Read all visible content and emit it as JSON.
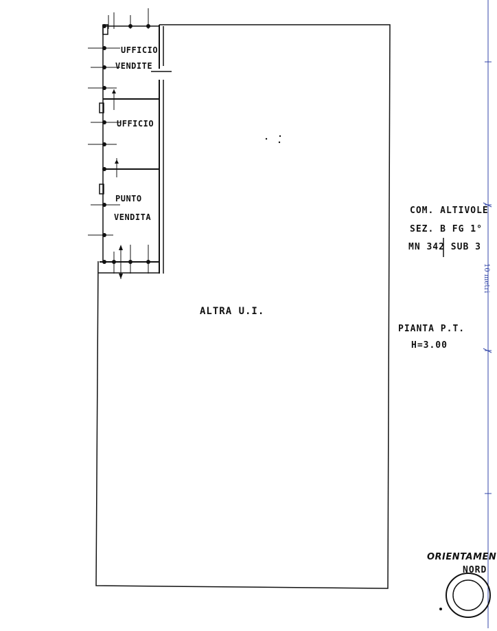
{
  "plan": {
    "rooms": {
      "ufficio_vendite_line1": "UFFICIO",
      "ufficio_vendite_line2": "VENDITE",
      "ufficio": "UFFICIO",
      "punto_vendita_line1": "PUNTO",
      "punto_vendita_line2": "VENDITA",
      "altra_ui": "ALTRA U.I."
    },
    "cadastral": {
      "line1": "COM. ALTIVOLE",
      "line2": "SEZ. B FG 1°",
      "line3": "MN 342 SUB 3"
    },
    "floor": {
      "title": "PIANTA P.T.",
      "height": "H=3.00"
    },
    "orientation": {
      "label": "ORIENTAMENTO",
      "direction": "NORD"
    },
    "scale": {
      "label": "10 metri",
      "color": "#3346a8"
    }
  }
}
